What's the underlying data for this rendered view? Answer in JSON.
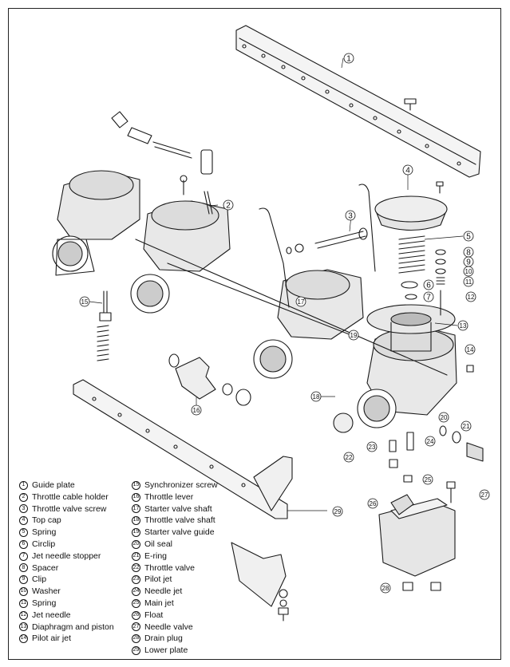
{
  "parts": [
    {
      "num": "1",
      "name": "Guide plate"
    },
    {
      "num": "2",
      "name": "Throttle cable holder"
    },
    {
      "num": "3",
      "name": "Throttle valve screw"
    },
    {
      "num": "4",
      "name": "Top cap"
    },
    {
      "num": "5",
      "name": "Spring"
    },
    {
      "num": "6",
      "name": "Circlip"
    },
    {
      "num": "7",
      "name": "Jet needle stopper"
    },
    {
      "num": "8",
      "name": "Spacer"
    },
    {
      "num": "9",
      "name": "Clip"
    },
    {
      "num": "10",
      "name": "Washer"
    },
    {
      "num": "11",
      "name": "Spring"
    },
    {
      "num": "12",
      "name": "Jet needle"
    },
    {
      "num": "13",
      "name": "Diaphragm and piston"
    },
    {
      "num": "14",
      "name": "Pilot air jet"
    },
    {
      "num": "15",
      "name": "Synchronizer screw"
    },
    {
      "num": "16",
      "name": "Throttle lever"
    },
    {
      "num": "17",
      "name": "Starter valve shaft"
    },
    {
      "num": "18",
      "name": "Throttle valve shaft"
    },
    {
      "num": "19",
      "name": "Starter valve guide"
    },
    {
      "num": "20",
      "name": "Oil seal"
    },
    {
      "num": "21",
      "name": "E-ring"
    },
    {
      "num": "22",
      "name": "Throttle valve"
    },
    {
      "num": "23",
      "name": "Pilot jet"
    },
    {
      "num": "24",
      "name": "Needle jet"
    },
    {
      "num": "25",
      "name": "Main jet"
    },
    {
      "num": "26",
      "name": "Float"
    },
    {
      "num": "27",
      "name": "Needle valve"
    },
    {
      "num": "28",
      "name": "Drain plug"
    },
    {
      "num": "29",
      "name": "Lower plate"
    }
  ]
}
